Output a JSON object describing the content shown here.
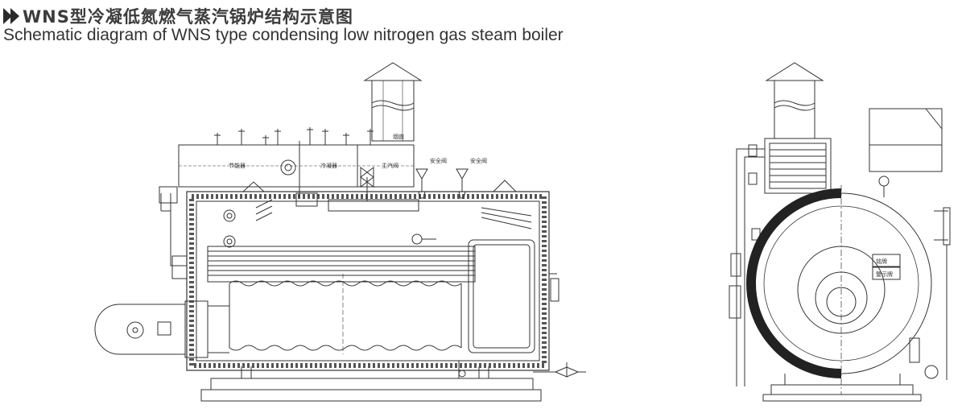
{
  "title": {
    "cn": "WNS型冷凝低氮燃气蒸汽锅炉结构示意图",
    "en": "Schematic diagram of WNS type condensing low nitrogen gas steam boiler"
  },
  "labels": {
    "flue": "烟囱",
    "economizer": "节能器",
    "condenser": "冷凝器",
    "main_steam_valve": "主汽阀",
    "safety_valve_1": "安全阀",
    "safety_valve_2": "安全阀",
    "plate_1": "铭牌",
    "plate_2": "警示牌"
  }
}
